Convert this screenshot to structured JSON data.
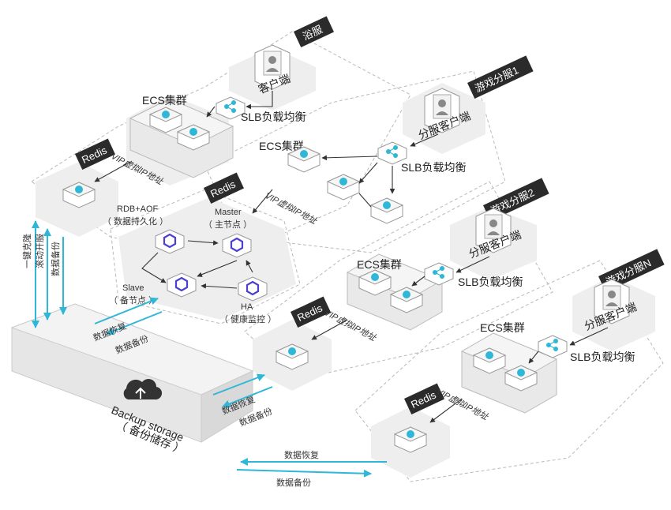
{
  "zones": {
    "main": {
      "tag": "浴服",
      "client": "客户端",
      "ecs": "ECS集群",
      "slb": "SLB负载均衡",
      "vip": "VIP虚拟IP地址",
      "redis": "Redis"
    },
    "sub1": {
      "tag": "游戏分服1",
      "client": "分服客户端",
      "ecs": "ECS集群",
      "slb": "SLB负载均衡",
      "vip": "VIP虚拟IP地址"
    },
    "sub2": {
      "tag": "游戏分服2",
      "client": "分服客户端",
      "ecs": "ECS集群",
      "slb": "SLB负载均衡",
      "vip": "VIP虚拟IP地址",
      "redis": "Redis"
    },
    "subN": {
      "tag": "游戏分服N",
      "client": "分服客户端",
      "ecs": "ECS集群",
      "slb": "SLB负载均衡",
      "vip": "VIP虚拟IP地址",
      "redis": "Redis"
    }
  },
  "redis_cluster": {
    "tag": "Redis",
    "persist_line1": "RDB+AOF",
    "persist_line2": "（ 数据持久化 ）",
    "master_line1": "Master",
    "master_line2": "（ 主节点 ）",
    "slave_line1": "Slave",
    "slave_line2": "（ 备节点 ）",
    "ha_line1": "HA",
    "ha_line2": "（ 健康监控 ）"
  },
  "left_labels": {
    "line1": "一键克隆",
    "line2": "滚动开服",
    "line3": "数据备份"
  },
  "flows": {
    "restore": "数据恢复",
    "backup": "数据备份"
  },
  "storage": {
    "name": "Backup storage",
    "name_cn": "（ 备份储存 ）"
  },
  "colors": {
    "accent": "#2fb7d8",
    "tag": "#2b2b2b",
    "zone": "#eeeeee"
  }
}
